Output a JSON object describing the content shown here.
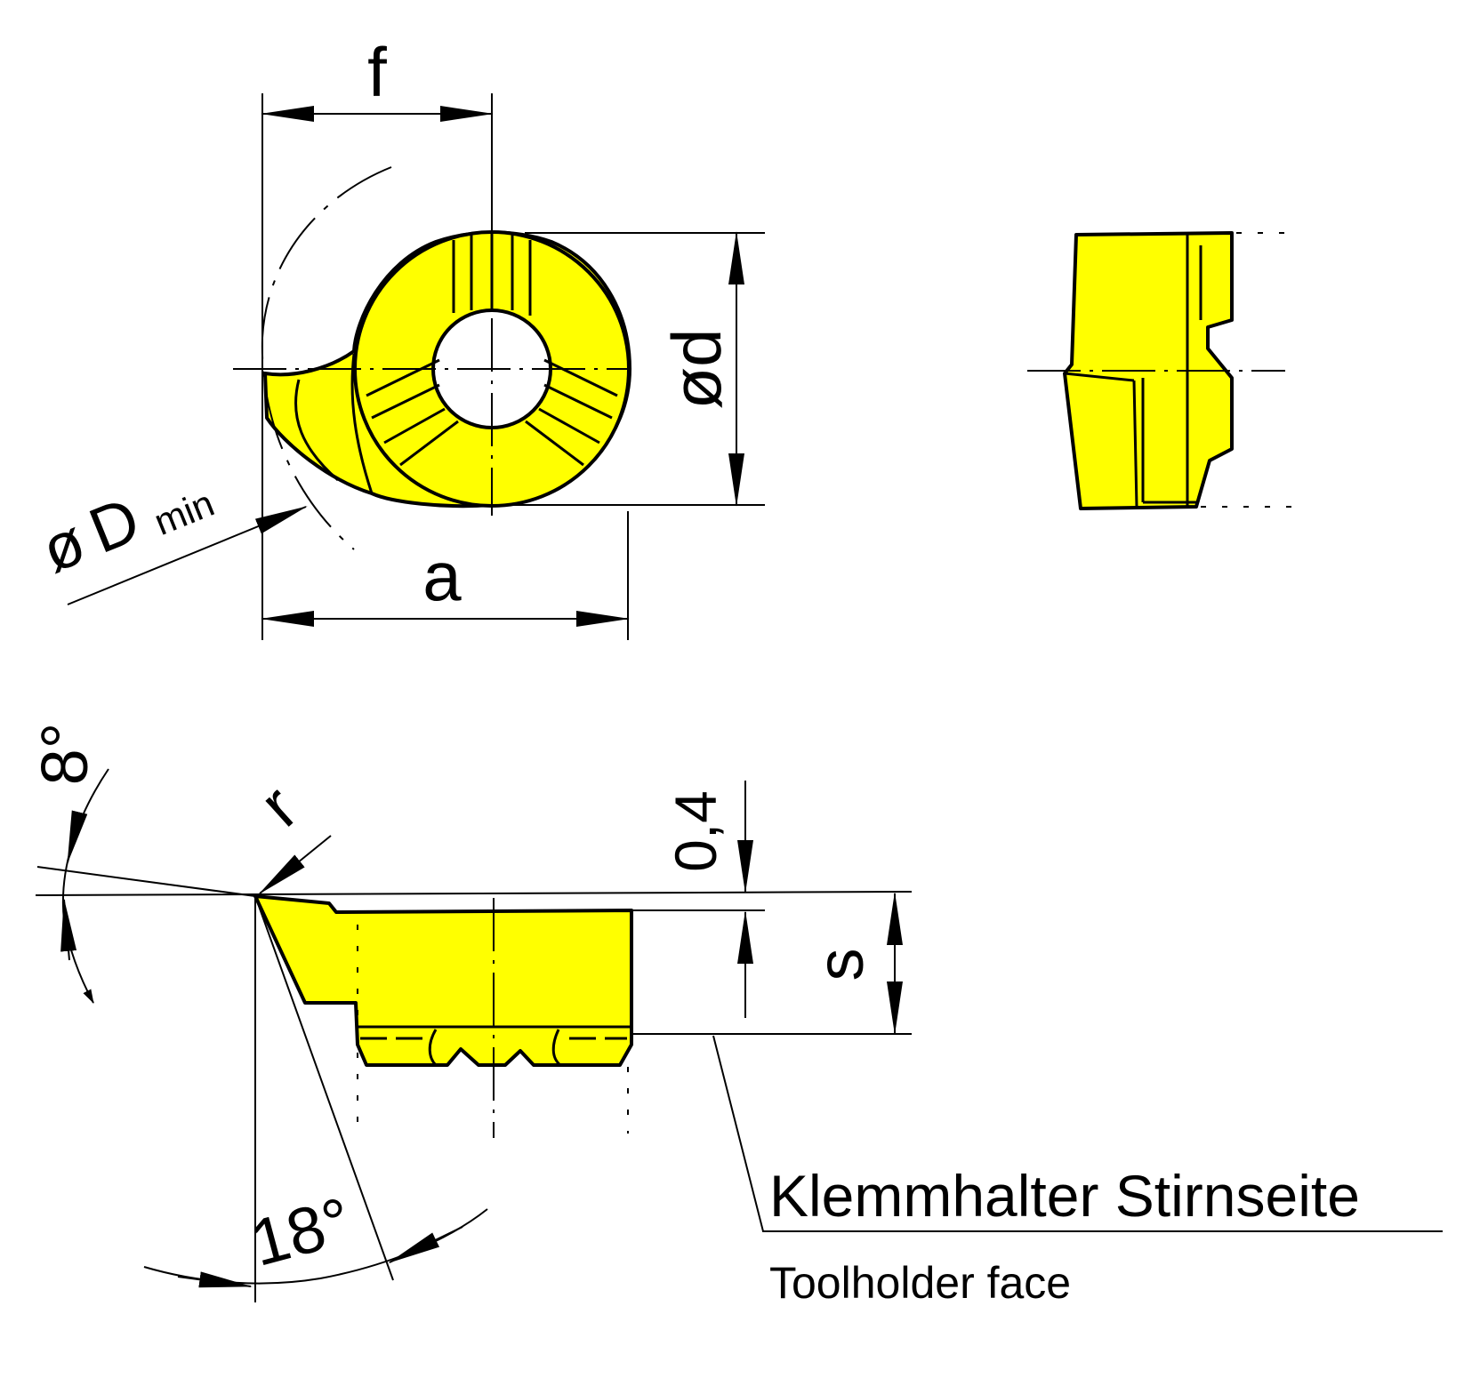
{
  "labels": {
    "f": "f",
    "od": "ød",
    "a": "a",
    "od_min_symbol": "ø",
    "od_min_D": "D",
    "od_min_sub": "min",
    "angle_8": "8°",
    "r": "r",
    "dim_04": "0,4",
    "s": "s",
    "angle_18": "18°"
  },
  "caption": {
    "german": "Klemmhalter Stirnseite",
    "english": "Toolholder face"
  },
  "colors": {
    "insert_fill": "#ffff00",
    "line": "#000000",
    "background": "#ffffff"
  }
}
